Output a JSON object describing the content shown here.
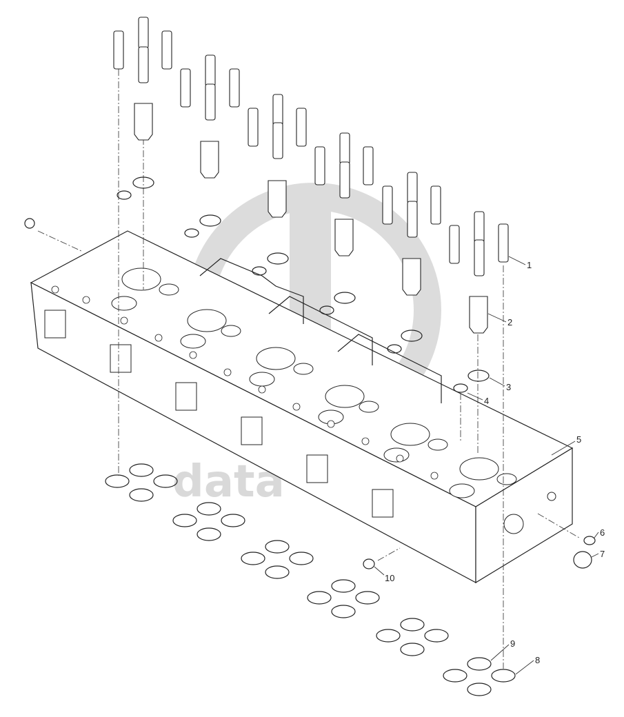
{
  "watermark": {
    "text": "data"
  },
  "callouts": [
    {
      "id": "1",
      "label": "1"
    },
    {
      "id": "2",
      "label": "2"
    },
    {
      "id": "3",
      "label": "3"
    },
    {
      "id": "4",
      "label": "4"
    },
    {
      "id": "5",
      "label": "5"
    },
    {
      "id": "6",
      "label": "6"
    },
    {
      "id": "7",
      "label": "7"
    },
    {
      "id": "8",
      "label": "8"
    },
    {
      "id": "9",
      "label": "9"
    },
    {
      "id": "10",
      "label": "10"
    }
  ]
}
